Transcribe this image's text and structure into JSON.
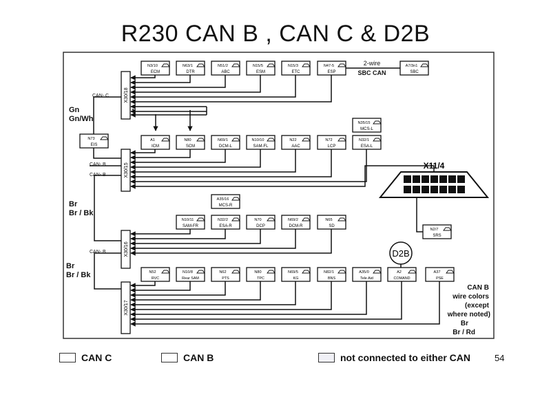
{
  "title": "R230 CAN B , CAN C  &  D2B",
  "page_number": "54",
  "colors": {
    "line": "#111111",
    "frame": "#333333",
    "module_fill": "#ffffff",
    "legend_nc_fill": "#f0f0f6"
  },
  "modules": {
    "top": [
      {
        "id": "N3/10",
        "name": "ECM"
      },
      {
        "id": "N63/1",
        "name": "DTR"
      },
      {
        "id": "N51/2",
        "name": "ABC"
      },
      {
        "id": "N15/5",
        "name": "ESM"
      },
      {
        "id": "N15/3",
        "name": "ETC"
      },
      {
        "id": "N47-5",
        "name": "ESP"
      }
    ],
    "sbc": {
      "id": "A7/3n1",
      "name": "SBC"
    },
    "row2": [
      {
        "id": "A1",
        "name": "ICM"
      },
      {
        "id": "N80",
        "name": "SCM"
      },
      {
        "id": "N69/1",
        "name": "DCM-L"
      },
      {
        "id": "N10/10",
        "name": "SAM-FL"
      },
      {
        "id": "N22",
        "name": "AAC"
      },
      {
        "id": "N72",
        "name": "LCP"
      },
      {
        "id": "N32/1",
        "name": "ESA-L"
      }
    ],
    "mcs_l": {
      "id": "N35/15",
      "name": "MCS-L"
    },
    "eis": {
      "id": "N73",
      "name": "EIS"
    },
    "mcs_r": {
      "id": "A35/16",
      "name": "MCS-R"
    },
    "row3": [
      {
        "id": "N10/11",
        "name": "SAM-FR"
      },
      {
        "id": "N32/2",
        "name": "ESA-R"
      },
      {
        "id": "N70",
        "name": "DCP"
      },
      {
        "id": "N69/2",
        "name": "DCM-R"
      },
      {
        "id": "N65",
        "name": "SD"
      }
    ],
    "srs": {
      "id": "N2/7",
      "name": "SRS"
    },
    "row4": [
      {
        "id": "N52",
        "name": "RVC"
      },
      {
        "id": "N10/8",
        "name": "Rear SAM"
      },
      {
        "id": "N62",
        "name": "PTS"
      },
      {
        "id": "N80",
        "name": "TPC"
      },
      {
        "id": "N69/5",
        "name": "KG"
      },
      {
        "id": "N82/1",
        "name": "BNS"
      },
      {
        "id": "A35/0",
        "name": "Tele Aid"
      },
      {
        "id": "A2",
        "name": "COMAND"
      },
      {
        "id": "A37",
        "name": "PSE"
      }
    ]
  },
  "connectors": [
    "X30/18",
    "X30/15",
    "X30/16",
    "X30/17"
  ],
  "obd": {
    "label": "X11/4"
  },
  "labels": {
    "can_c": "CAN- C",
    "can_b_1": "CAN- B",
    "can_b_2": "CAN- B",
    "can_b_3": "CAN- B",
    "two_wire": "2-wire",
    "sbc_can": "SBC CAN",
    "gn": "Gn",
    "gn_wh": "Gn/Wh",
    "br_1": "Br",
    "br_bk_1": "Br / Bk",
    "br_2": "Br",
    "br_bk_2": "Br / Bk",
    "d2b": "D2B",
    "note": [
      "CAN B",
      "wire colors",
      "(except",
      "where noted)",
      "Br",
      "Br / Rd"
    ]
  },
  "legend": {
    "can_c": "CAN C",
    "can_b": "CAN B",
    "nc": "not connected to either CAN"
  }
}
